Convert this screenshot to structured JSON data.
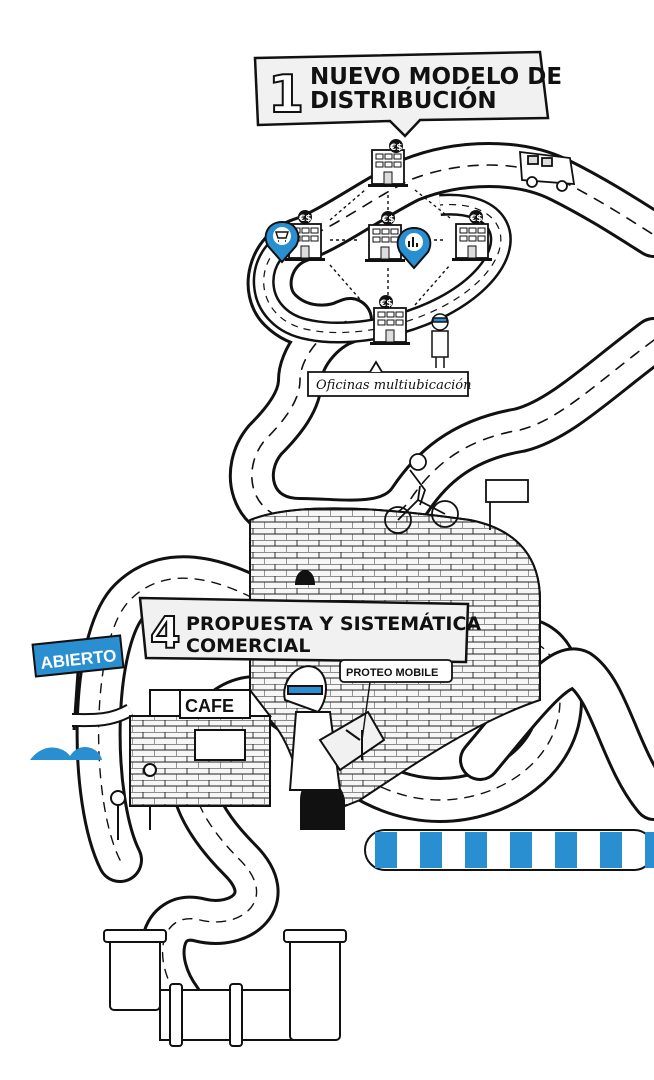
{
  "palette": {
    "ink": "#111111",
    "blue": "#2a8fd0",
    "paper": "#ffffff",
    "sign": "#f1f1f1",
    "wall": "#f7f7f7"
  },
  "signs": {
    "one": {
      "number": "1",
      "title_line1": "NUEVO MODELO DE",
      "title_line2": "DISTRIBUCIÓN"
    },
    "four": {
      "number": "4",
      "title_line1": "PROPUESTA Y SISTEMÁTICA",
      "title_line2": "COMERCIAL"
    }
  },
  "labels": {
    "oficinas": "Oficinas multiubicación",
    "abierto": "ABIERTO",
    "cafe": "CAFE",
    "proteo": "PROTEO MOBILE"
  },
  "icons": {
    "office_badge": "€$",
    "pin_left": "cart-icon",
    "pin_right": "chart-icon"
  }
}
